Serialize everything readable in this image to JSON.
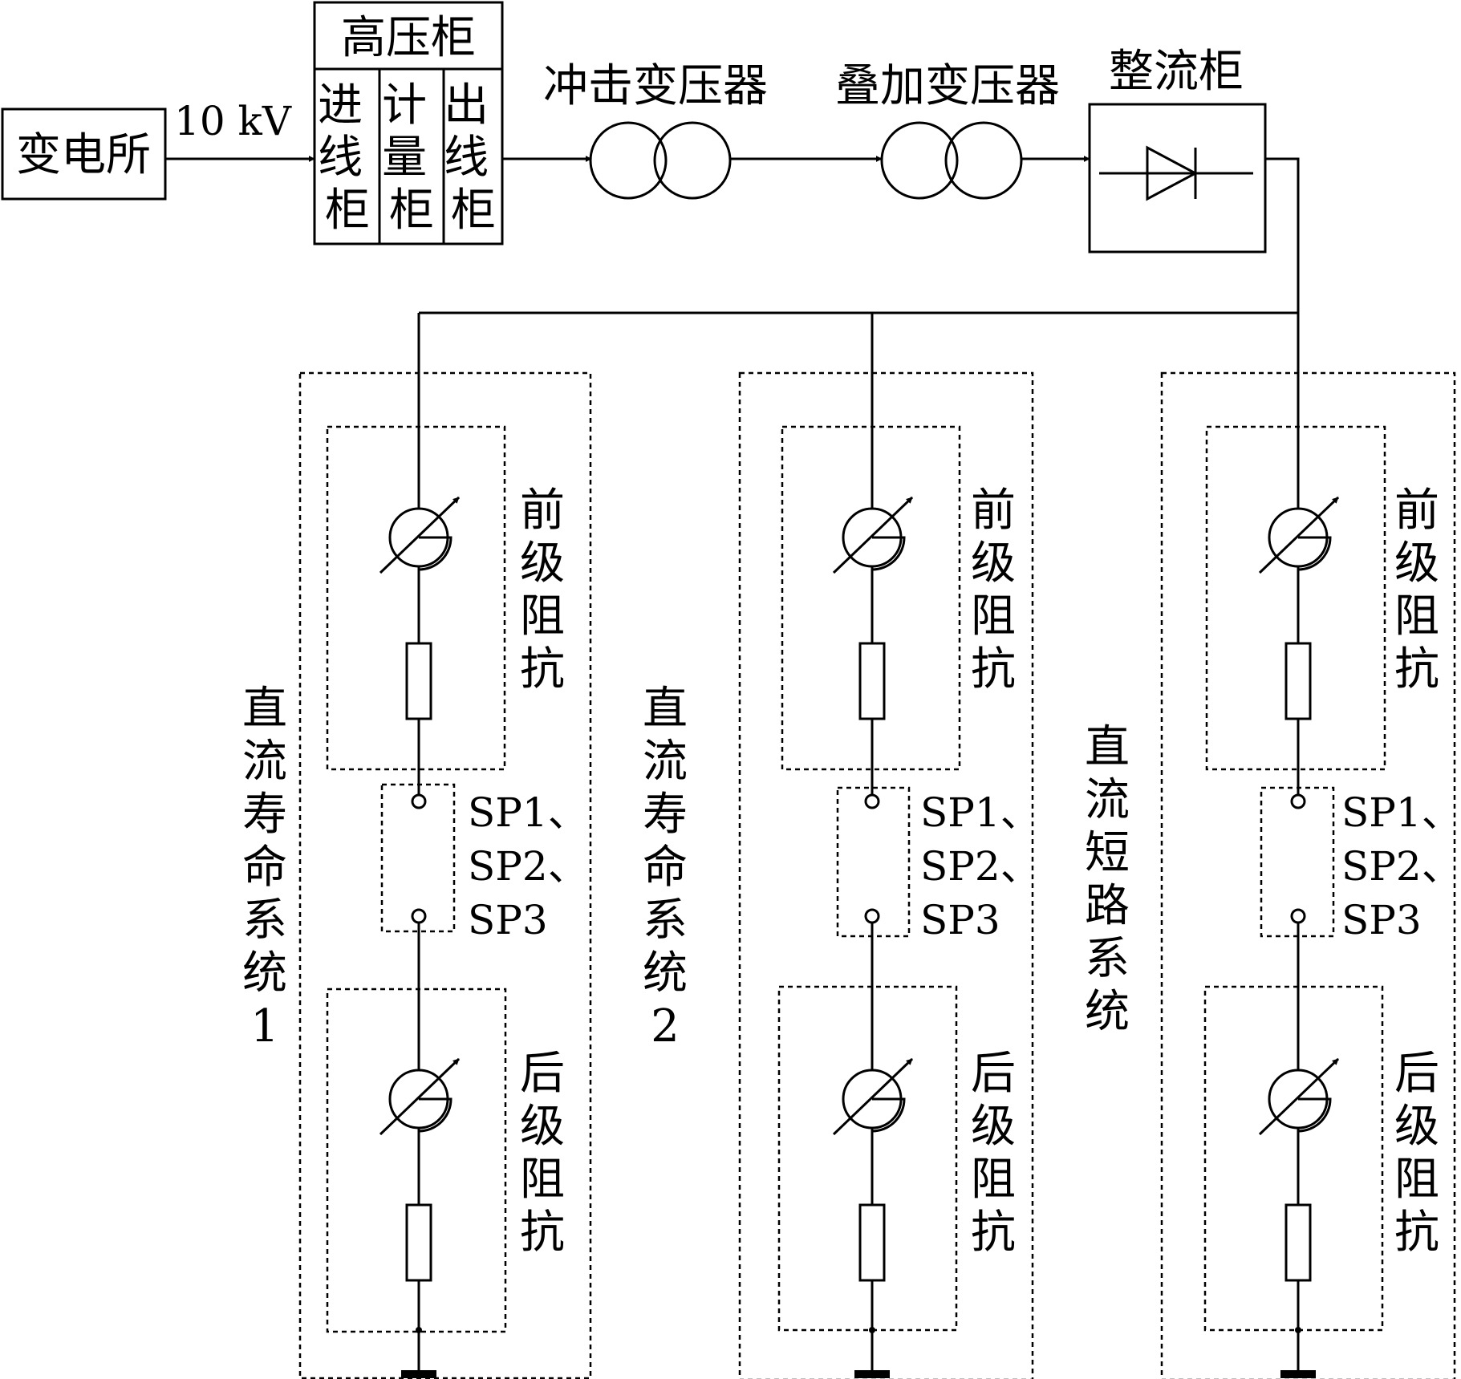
{
  "labels": {
    "substation": "变电所",
    "voltage": "10 kV",
    "hv_cabinet": "高压柜",
    "incoming_cabinet": "进线柜",
    "metering_cabinet": "计量柜",
    "outgoing_cabinet": "出线柜",
    "impulse_transformer": "冲击变压器",
    "superposition_transformer": "叠加变压器",
    "rectifier_cabinet": "整流柜"
  },
  "systems": [
    {
      "name": "直流寿命系统1",
      "front_impedance": "前级阻抗",
      "sample_lines": [
        "SP1、",
        "SP2、",
        "SP3"
      ],
      "rear_impedance": "后级阻抗"
    },
    {
      "name": "直流寿命系统2",
      "front_impedance": "前级阻抗",
      "sample_lines": [
        "SP1、",
        "SP2、",
        "SP3"
      ],
      "rear_impedance": "后级阻抗"
    },
    {
      "name": "直流短路系统",
      "front_impedance": "前级阻抗",
      "sample_lines": [
        "SP1、",
        "SP2、",
        "SP3"
      ],
      "rear_impedance": "后级阻抗"
    }
  ]
}
